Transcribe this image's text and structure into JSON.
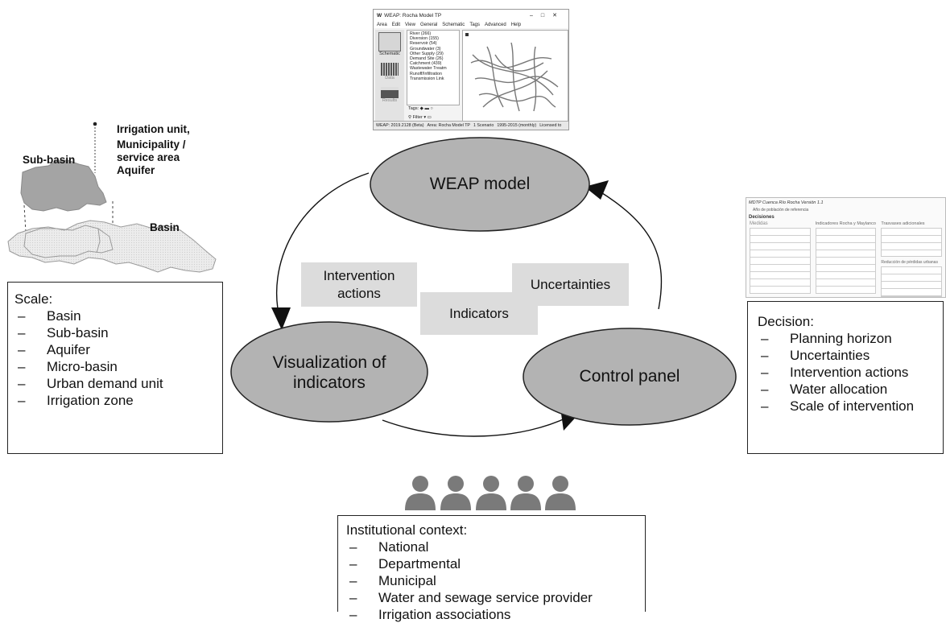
{
  "scale_box": {
    "title": "Scale:",
    "items": [
      "Basin",
      "Sub-basin",
      "Aquifer",
      "Micro-basin",
      "Urban demand unit",
      "Irrigation zone"
    ]
  },
  "decision_box": {
    "title": "Decision:",
    "items": [
      "Planning horizon",
      "Uncertainties",
      "Intervention actions",
      "Water allocation",
      "Scale of intervention"
    ]
  },
  "institutional_box": {
    "title": "Institutional context:",
    "items": [
      "National",
      "Departmental",
      "Municipal",
      "Water and sewage service provider",
      "Irrigation associations"
    ]
  },
  "cycle": {
    "weap_model": "WEAP model",
    "visualization_line1": "Visualization of",
    "visualization_line2": "indicators",
    "control_panel": "Control panel"
  },
  "center_labels": {
    "intervention_line1": "Intervention",
    "intervention_line2": "actions",
    "uncertainties": "Uncertainties",
    "indicators": "Indicators"
  },
  "map_labels": {
    "irrigation_unit": "Irrigation unit,",
    "municipality": "Municipality /",
    "service_area": "service area",
    "aquifer": "Aquifer",
    "sub_basin": "Sub-basin",
    "basin": "Basin"
  },
  "weap_window": {
    "title": "WEAP: Rocha Model TP",
    "menu": [
      "Area",
      "Edit",
      "View",
      "General",
      "Schematic",
      "Tags",
      "Advanced",
      "Help"
    ],
    "side_buttons": [
      "Schematic",
      "Data",
      "Results"
    ],
    "layers": [
      "River (266)",
      "Diversion (155)",
      "Reservoir (54)",
      "Groundwater (3)",
      "Other Supply (29)",
      "Demand Site (26)",
      "Catchment (439)",
      "Wastewater Treatm",
      "Runoff/Infiltration",
      "Transmission Link"
    ],
    "tags_label": "Tags:",
    "filter_label": "Filter",
    "status": [
      "WEAP: 2019.2128 (Beta)",
      "Area: Rocha Model TP",
      "1 Scenario",
      "1995-2015 (monthly)",
      "Licensed to"
    ]
  },
  "control_panel_shot": {
    "title": "MDTP Cuenca Río Rocha  Versión 1.1",
    "subtitle": "Año de población de referencia",
    "decisions": "Decisiones",
    "col1": "Medidas",
    "col2": "Indicadores Rocha y Maylanco",
    "col3": "Trasvases adicionales",
    "section": "Reducción de pérdidas urbanas"
  },
  "colors": {
    "ellipse_fill": "#b3b3b3",
    "label_bg": "#dcdcdc",
    "person": "#7a7a7a"
  }
}
